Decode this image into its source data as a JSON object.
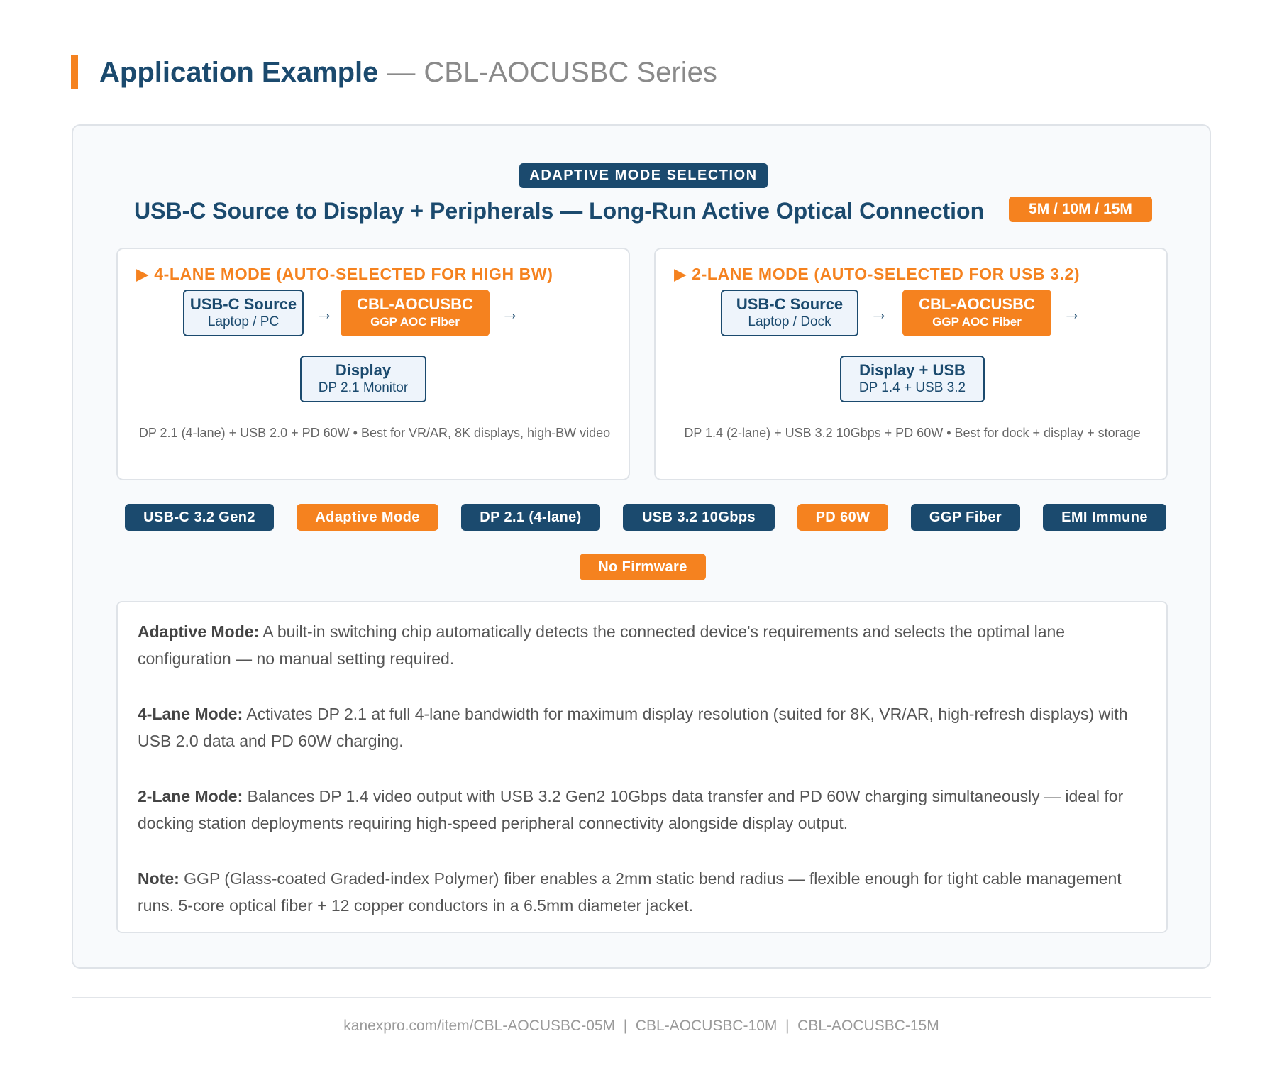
{
  "header": {
    "title": "Application Example",
    "separator": "—",
    "subtitle": "CBL-AOCUSBC Series"
  },
  "diagram": {
    "badge": "ADAPTIVE MODE SELECTION",
    "title": "USB-C Source to Display + Peripherals — Long-Run Active Optical Connection",
    "length_badge": "5M / 10M / 15M",
    "arrow_glyph": "→"
  },
  "modes": [
    {
      "heading": "▶ 4-LANE MODE (AUTO-SELECTED FOR HIGH BW)",
      "source": {
        "title": "USB-C Source",
        "sub": "Laptop / PC"
      },
      "cable": {
        "title": "CBL-AOCUSBC",
        "sub": "GGP AOC Fiber"
      },
      "sink": {
        "title": "Display",
        "sub": "DP 2.1 Monitor"
      },
      "caption": "DP 2.1 (4-lane) + USB 2.0 + PD 60W • Best for VR/AR, 8K displays, high-BW video"
    },
    {
      "heading": "▶ 2-LANE MODE (AUTO-SELECTED FOR USB 3.2)",
      "source": {
        "title": "USB-C Source",
        "sub": "Laptop / Dock"
      },
      "cable": {
        "title": "CBL-AOCUSBC",
        "sub": "GGP AOC Fiber"
      },
      "sink": {
        "title": "Display + USB",
        "sub": "DP 1.4 + USB 3.2"
      },
      "caption": "DP 1.4 (2-lane) + USB 3.2 10Gbps + PD 60W • Best for dock + display + storage"
    }
  ],
  "tags": [
    {
      "label": "USB-C 3.2 Gen2",
      "color": "#1b4a6e"
    },
    {
      "label": "Adaptive Mode",
      "color": "#f5821f"
    },
    {
      "label": "DP 2.1 (4-lane)",
      "color": "#1b4a6e"
    },
    {
      "label": "USB 3.2 10Gbps",
      "color": "#1b4a6e"
    },
    {
      "label": "PD 60W",
      "color": "#f5821f"
    },
    {
      "label": "GGP Fiber",
      "color": "#1b4a6e"
    },
    {
      "label": "EMI Immune",
      "color": "#1b4a6e"
    },
    {
      "label": "No Firmware",
      "color": "#f5821f"
    }
  ],
  "notes": [
    {
      "label": "Adaptive Mode:",
      "text": "A built-in switching chip automatically detects the connected device's requirements and selects the optimal lane configuration — no manual setting required."
    },
    {
      "label": "4-Lane Mode:",
      "text": "Activates DP 2.1 at full 4-lane bandwidth for maximum display resolution (suited for 8K, VR/AR, high-refresh displays) with USB 2.0 data and PD 60W charging."
    },
    {
      "label": "2-Lane Mode:",
      "text": "Balances DP 1.4 video output with USB 3.2 Gen2 10Gbps data transfer and PD 60W charging simultaneously — ideal for docking station deployments requiring high-speed peripheral connectivity alongside display output."
    },
    {
      "label": "Note:",
      "text": "GGP (Glass-coated Graded-index Polymer) fiber enables a 2mm static bend radius — flexible enough for tight cable management runs. 5-core optical fiber + 12 copper conductors in a 6.5mm diameter jacket."
    }
  ],
  "footer": {
    "text": "kanexpro.com/item/CBL-AOCUSBC-05M  |  CBL-AOCUSBC-10M  |  CBL-AOCUSBC-15M"
  },
  "colors": {
    "navy": "#1b4a6e",
    "orange": "#f5821f"
  }
}
